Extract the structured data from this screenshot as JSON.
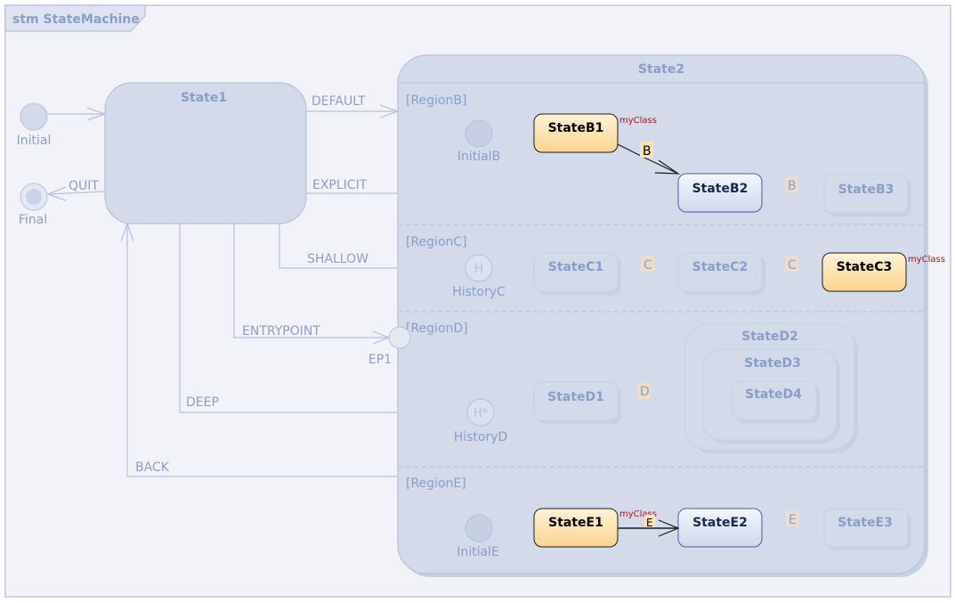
{
  "frame": {
    "title": "stm StateMachine"
  },
  "states": {
    "state1": "State1",
    "state2": "State2",
    "b1": "StateB1",
    "b2": "StateB2",
    "b3": "StateB3",
    "c1": "StateC1",
    "c2": "StateC2",
    "c3": "StateC3",
    "d1": "StateD1",
    "d2": "StateD2",
    "d3": "StateD3",
    "d4": "StateD4",
    "e1": "StateE1",
    "e2": "StateE2",
    "e3": "StateE3"
  },
  "regions": {
    "b": "[RegionB]",
    "c": "[RegionC]",
    "d": "[RegionD]",
    "e": "[RegionE]"
  },
  "pseudostates": {
    "initial": "Initial",
    "final": "Final",
    "initial_b": "InitialB",
    "initial_e": "InitialE",
    "history_c": "HistoryC",
    "history_d": "HistoryD",
    "history_shallow_symbol": "H",
    "history_deep_symbol": "H*",
    "entry_point": "EP1"
  },
  "transitions": {
    "quit": "QUIT",
    "default": "DEFAULT",
    "explicit": "EXPLICIT",
    "shallow": "SHALLOW",
    "entrypoint": "ENTRYPOINT",
    "deep": "DEEP",
    "back": "BACK",
    "b": "B",
    "b2": "B",
    "c1": "C",
    "c2": "C",
    "d": "D",
    "e": "E",
    "e2": "E"
  },
  "stereotypes": {
    "b1": "myClass",
    "c3": "myClass",
    "e1": "myClass"
  },
  "colors": {
    "background": "#f1f3f9",
    "frame_border": "#bcc6de",
    "faded_state_fill": "#d3daea",
    "faded_stroke": "#b5c1dc",
    "active_state_fill": "#fde3b2",
    "active_state_stroke": "#1a1a1a",
    "targeted_state_fill": "#dfe5f3",
    "targeted_state_stroke": "#4a5a9a",
    "faint_text": "#8a9dc8",
    "stereotype_text": "#a01818"
  }
}
